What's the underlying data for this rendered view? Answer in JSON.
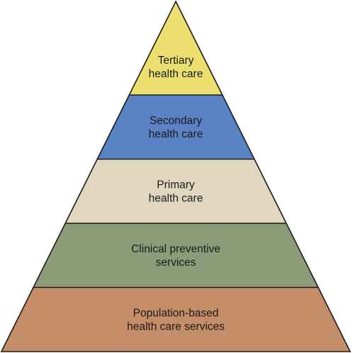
{
  "diagram": {
    "type": "pyramid",
    "outline_color": "#1a1a1a",
    "tiers": [
      {
        "lines": [
          "Tertiary",
          "health care"
        ],
        "color": "#ebe06f"
      },
      {
        "lines": [
          "Secondary",
          "health care"
        ],
        "color": "#5a83c6"
      },
      {
        "lines": [
          "Primary",
          "health care"
        ],
        "color": "#e1d6bf"
      },
      {
        "lines": [
          "Clinical preventive",
          "services"
        ],
        "color": "#8c9c79"
      },
      {
        "lines": [
          "Population-based",
          "health care services"
        ],
        "color": "#c68e68"
      }
    ]
  }
}
